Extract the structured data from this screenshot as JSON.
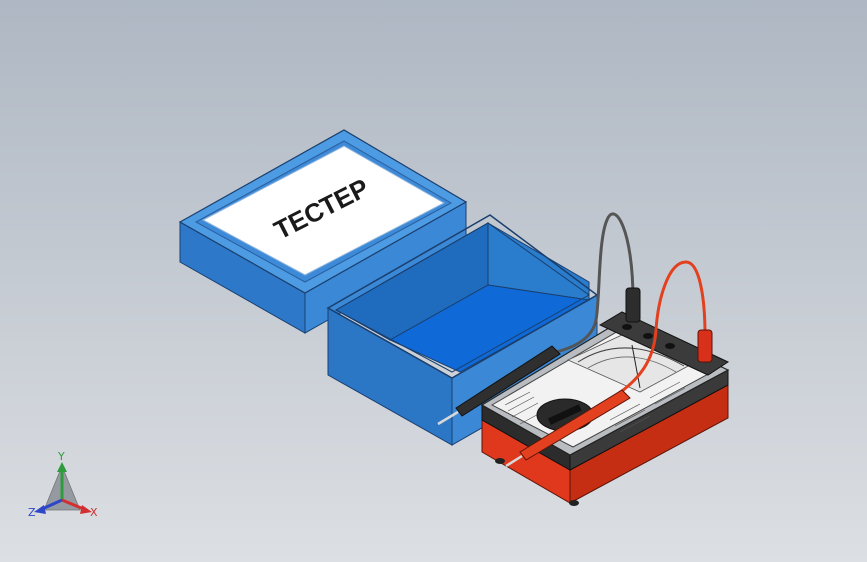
{
  "scene": {
    "lid_label": "ТЕСТЕР"
  },
  "triad": {
    "x_label": "X",
    "y_label": "Y",
    "z_label": "Z",
    "x_color": "#d23030",
    "y_color": "#2e9c3c",
    "z_color": "#2e46c8"
  },
  "colors": {
    "box_blue": "#2f7fd0",
    "box_blue_dark": "#1f5fa8",
    "box_blue_light": "#5aa0e6",
    "tester_red": "#e0381c",
    "tester_body_dark": "#2a2a2a",
    "lead_red": "#e2401e",
    "lead_black": "#333333"
  }
}
